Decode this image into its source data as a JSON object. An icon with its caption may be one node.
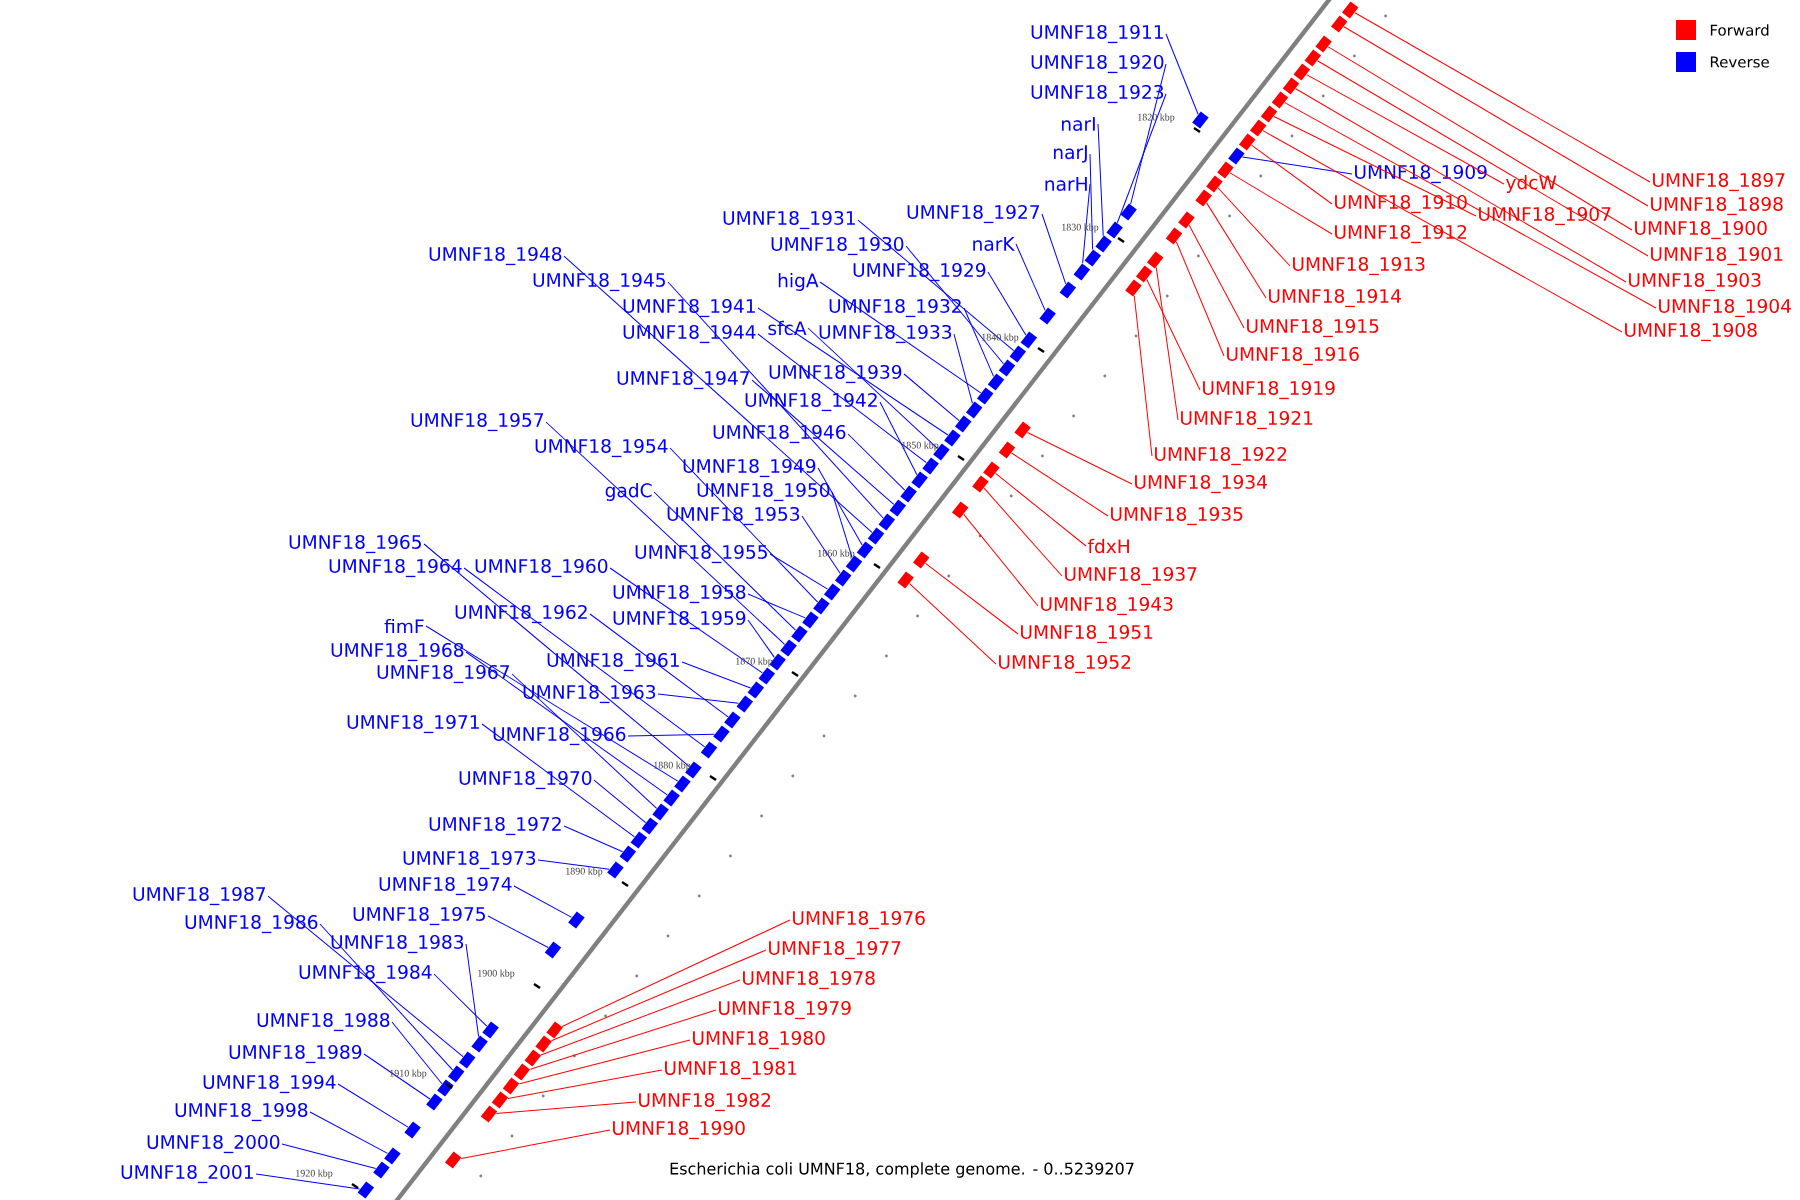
{
  "diagram": {
    "caption": "Escherichia coli UMNF18, complete genome. - 0..5239207",
    "nodes": [
      {
        "text": [
          "UMNF18_1911"
        ]
      },
      {
        "text": [
          "UMNF18_1920"
        ]
      },
      {
        "text": [
          "UMNF18_1923"
        ]
      },
      {
        "text": [
          "narI"
        ]
      },
      {
        "text": [
          "narJ"
        ]
      },
      {
        "text": [
          "narH"
        ]
      },
      {
        "text": [
          "UMNF18_1927"
        ]
      },
      {
        "text": [
          "narK"
        ]
      },
      {
        "text": [
          "UMNF18_1931"
        ]
      },
      {
        "text": [
          "UMNF18_1930"
        ]
      },
      {
        "text": [
          "UMNF18_1929"
        ]
      },
      {
        "text": [
          "higA"
        ]
      },
      {
        "text": [
          "UMNF18_1932"
        ]
      },
      {
        "text": [
          "UMNF18_1941"
        ]
      },
      {
        "text": [
          "sfcA"
        ]
      },
      {
        "text": [
          "UMNF18_1933"
        ]
      },
      {
        "text": [
          "UMNF18_1944"
        ]
      },
      {
        "text": [
          "UMNF18_1947"
        ]
      },
      {
        "text": [
          "UMNF18_1939"
        ]
      },
      {
        "text": [
          "UMNF18_1942"
        ]
      },
      {
        "text": [
          "UMNF18_1946"
        ]
      },
      {
        "text": [
          "UMNF18_1948"
        ]
      },
      {
        "text": [
          "UMNF18_1945"
        ]
      },
      {
        "text": [
          "UMNF18_1957"
        ]
      },
      {
        "text": [
          "UMNF18_1954"
        ]
      },
      {
        "text": [
          "UMNF18_1949"
        ]
      },
      {
        "text": [
          "UMNF18_1950"
        ]
      },
      {
        "text": [
          "gadC"
        ]
      },
      {
        "text": [
          "UMNF18_1953"
        ]
      },
      {
        "text": [
          "UMNF18_1965"
        ]
      },
      {
        "text": [
          "UMNF18_1964"
        ]
      },
      {
        "text": [
          "UMNF18_1960"
        ]
      },
      {
        "text": [
          "UMNF18_1955"
        ]
      },
      {
        "text": [
          "UMNF18_1958"
        ]
      },
      {
        "text": [
          "UMNF18_1962"
        ]
      },
      {
        "text": [
          "UMNF18_1959"
        ]
      },
      {
        "text": [
          "fimF"
        ]
      },
      {
        "text": [
          "UMNF18_1968"
        ]
      },
      {
        "text": [
          "UMNF18_1961"
        ]
      },
      {
        "text": [
          "UMNF18_1967"
        ]
      },
      {
        "text": [
          "UMNF18_1963"
        ]
      },
      {
        "text": [
          "UMNF18_1971"
        ]
      },
      {
        "text": [
          "UMNF18_1966"
        ]
      },
      {
        "text": [
          "UMNF18_1970"
        ]
      },
      {
        "text": [
          "UMNF18_1972"
        ]
      },
      {
        "text": [
          "UMNF18_1973"
        ]
      },
      {
        "text": [
          "UMNF18_1974"
        ]
      },
      {
        "text": [
          "UMNF18_1975"
        ]
      },
      {
        "text": [
          "UMNF18_1987"
        ]
      },
      {
        "text": [
          "UMNF18_1986"
        ]
      },
      {
        "text": [
          "UMNF18_1983"
        ]
      },
      {
        "text": [
          "UMNF18_1984"
        ]
      },
      {
        "text": [
          "UMNF18_1988"
        ]
      },
      {
        "text": [
          "UMNF18_1989"
        ]
      },
      {
        "text": [
          "UMNF18_1994"
        ]
      },
      {
        "text": [
          "UMNF18_1998"
        ]
      },
      {
        "text": [
          "UMNF18_2000"
        ]
      },
      {
        "text": [
          "UMNF18_2001"
        ]
      },
      {
        "text": [
          "UMNF18_1909"
        ]
      },
      {
        "text": [
          "ydcW"
        ]
      },
      {
        "text": [
          "UMNF18_1897"
        ]
      },
      {
        "text": [
          "UMNF18_1898"
        ]
      },
      {
        "text": [
          "UMNF18_1900"
        ]
      },
      {
        "text": [
          "UMNF18_1901"
        ]
      },
      {
        "text": [
          "UMNF18_1903"
        ]
      },
      {
        "text": [
          "UMNF18_1904"
        ]
      },
      {
        "text": [
          "UMNF18_1908"
        ]
      },
      {
        "text": [
          "UMNF18_1907"
        ]
      },
      {
        "text": [
          "UMNF18_1910"
        ]
      },
      {
        "text": [
          "UMNF18_1912"
        ]
      },
      {
        "text": [
          "UMNF18_1913"
        ]
      },
      {
        "text": [
          "UMNF18_1914"
        ]
      },
      {
        "text": [
          "UMNF18_1915"
        ]
      },
      {
        "text": [
          "UMNF18_1916"
        ]
      },
      {
        "text": [
          "UMNF18_1919"
        ]
      },
      {
        "text": [
          "UMNF18_1921"
        ]
      },
      {
        "text": [
          "UMNF18_1922"
        ]
      },
      {
        "text": [
          "UMNF18_1934"
        ]
      },
      {
        "text": [
          "UMNF18_1935"
        ]
      },
      {
        "text": [
          "fdxH"
        ]
      },
      {
        "text": [
          "UMNF18_1937"
        ]
      },
      {
        "text": [
          "UMNF18_1943"
        ]
      },
      {
        "text": [
          "UMNF18_1951"
        ]
      },
      {
        "text": [
          "UMNF18_1952"
        ]
      },
      {
        "text": [
          "UMNF18_1976"
        ]
      },
      {
        "text": [
          "UMNF18_1977"
        ]
      },
      {
        "text": [
          "UMNF18_1978"
        ]
      },
      {
        "text": [
          "UMNF18_1979"
        ]
      },
      {
        "text": [
          "UMNF18_1980"
        ]
      },
      {
        "text": [
          "UMNF18_1981"
        ]
      },
      {
        "text": [
          "UMNF18_1982"
        ]
      },
      {
        "text": [
          "UMNF18_1990"
        ]
      },
      {
        "text": [],
        "shape": "box"
      },
      {
        "text": [],
        "shape": "box"
      },
      {
        "text": [],
        "shape": "box"
      },
      {
        "text": [],
        "shape": "box"
      },
      {
        "text": [],
        "shape": "box"
      },
      {
        "text": [],
        "shape": "box"
      },
      {
        "text": [],
        "shape": "box"
      },
      {
        "text": [],
        "shape": "box"
      },
      {
        "text": [],
        "shape": "box"
      },
      {
        "text": [],
        "shape": "box"
      },
      {
        "text": [],
        "shape": "box"
      },
      {
        "text": [],
        "shape": "box"
      },
      {
        "text": [],
        "shape": "box"
      },
      {
        "text": [],
        "shape": "box"
      },
      {
        "text": [],
        "shape": "box"
      },
      {
        "text": [],
        "shape": "box"
      },
      {
        "text": [],
        "shape": "box"
      },
      {
        "text": [],
        "shape": "box"
      },
      {
        "text": [],
        "shape": "box"
      },
      {
        "text": [],
        "shape": "box"
      },
      {
        "text": [],
        "shape": "box"
      },
      {
        "text": [],
        "shape": "box"
      },
      {
        "text": [],
        "shape": "box"
      },
      {
        "text": [],
        "shape": "box"
      },
      {
        "text": [],
        "shape": "box"
      },
      {
        "text": [],
        "shape": "box"
      },
      {
        "text": [],
        "shape": "box"
      },
      {
        "text": [],
        "shape": "box"
      },
      {
        "text": [],
        "shape": "box"
      },
      {
        "text": [],
        "shape": "box"
      },
      {
        "text": [],
        "shape": "box"
      },
      {
        "text": [],
        "shape": "box"
      },
      {
        "text": [],
        "shape": "box"
      },
      {
        "text": [],
        "shape": "box"
      },
      {
        "text": [],
        "shape": "box"
      },
      {
        "text": [],
        "shape": "box"
      },
      {
        "text": [],
        "shape": "box"
      },
      {
        "text": [],
        "shape": "box"
      },
      {
        "text": [],
        "shape": "box"
      },
      {
        "text": [],
        "shape": "box"
      },
      {
        "text": [],
        "shape": "box"
      },
      {
        "text": [],
        "shape": "box"
      },
      {
        "text": [],
        "shape": "box"
      },
      {
        "text": [],
        "shape": "box"
      },
      {
        "text": [],
        "shape": "box"
      },
      {
        "text": [],
        "shape": "box"
      },
      {
        "text": [],
        "shape": "box"
      },
      {
        "text": [],
        "shape": "box"
      },
      {
        "text": [],
        "shape": "box"
      },
      {
        "text": [],
        "shape": "box"
      },
      {
        "text": [],
        "shape": "box"
      },
      {
        "text": [],
        "shape": "box"
      },
      {
        "text": [],
        "shape": "box"
      },
      {
        "text": [],
        "shape": "box"
      },
      {
        "text": [],
        "shape": "box"
      },
      {
        "text": [],
        "shape": "box"
      },
      {
        "text": [],
        "shape": "box"
      },
      {
        "text": [],
        "shape": "box"
      },
      {
        "text": [],
        "shape": "box"
      },
      {
        "text": [],
        "shape": "box"
      },
      {
        "text": [],
        "shape": "box"
      },
      {
        "text": [],
        "shape": "box"
      },
      {
        "text": [],
        "shape": "box"
      },
      {
        "text": [],
        "shape": "box"
      },
      {
        "text": [],
        "shape": "box"
      },
      {
        "text": [],
        "shape": "box"
      },
      {
        "text": [],
        "shape": "box"
      },
      {
        "text": [],
        "shape": "box"
      },
      {
        "text": [],
        "shape": "box"
      },
      {
        "text": [],
        "shape": "box"
      },
      {
        "text": [],
        "shape": "box"
      },
      {
        "text": [],
        "shape": "box"
      },
      {
        "text": [],
        "shape": "box"
      },
      {
        "text": [],
        "shape": "box"
      },
      {
        "text": [],
        "shape": "box"
      },
      {
        "text": [],
        "shape": "box"
      },
      {
        "text": [],
        "shape": "box"
      },
      {
        "text": [],
        "shape": "box"
      },
      {
        "text": [],
        "shape": "box"
      },
      {
        "text": [],
        "shape": "box"
      },
      {
        "text": [],
        "shape": "box"
      },
      {
        "text": [],
        "shape": "box"
      },
      {
        "text": [],
        "shape": "box"
      },
      {
        "text": [],
        "shape": "box"
      },
      {
        "text": [],
        "shape": "box"
      },
      {
        "text": [],
        "shape": "box"
      },
      {
        "text": [],
        "shape": "box"
      },
      {
        "text": [],
        "shape": "box"
      },
      {
        "text": [],
        "shape": "box"
      },
      {
        "text": [],
        "shape": "box"
      },
      {
        "text": [],
        "shape": "box"
      },
      {
        "text": [],
        "shape": "box"
      }
    ],
    "edges": [
      {
        "from": 0,
        "to": 92,
        "arrow": "none",
        "color": "#0000ff"
      },
      {
        "from": 1,
        "to": 93,
        "arrow": "none",
        "color": "#0000ff"
      },
      {
        "from": 2,
        "to": 94,
        "arrow": "none",
        "color": "#0000ff"
      },
      {
        "from": 3,
        "to": 95,
        "arrow": "none",
        "color": "#0000ff"
      },
      {
        "from": 4,
        "to": 96,
        "arrow": "none",
        "color": "#0000ff"
      },
      {
        "from": 5,
        "to": 97,
        "arrow": "none",
        "color": "#0000ff"
      },
      {
        "from": 6,
        "to": 98,
        "arrow": "none",
        "color": "#0000ff"
      },
      {
        "from": 7,
        "to": 99,
        "arrow": "none",
        "color": "#0000ff"
      },
      {
        "from": 8,
        "to": 100,
        "arrow": "none",
        "color": "#0000ff"
      },
      {
        "from": 9,
        "to": 101,
        "arrow": "none",
        "color": "#0000ff"
      },
      {
        "from": 10,
        "to": 102,
        "arrow": "none",
        "color": "#0000ff"
      },
      {
        "from": 11,
        "to": 103,
        "arrow": "none",
        "color": "#0000ff"
      },
      {
        "from": 12,
        "to": 104,
        "arrow": "none",
        "color": "#0000ff"
      },
      {
        "from": 13,
        "to": 105,
        "arrow": "none",
        "color": "#0000ff"
      },
      {
        "from": 14,
        "to": 106,
        "arrow": "none",
        "color": "#0000ff"
      },
      {
        "from": 15,
        "to": 107,
        "arrow": "none",
        "color": "#0000ff"
      },
      {
        "from": 16,
        "to": 108,
        "arrow": "none",
        "color": "#0000ff"
      },
      {
        "from": 17,
        "to": 109,
        "arrow": "none",
        "color": "#0000ff"
      },
      {
        "from": 18,
        "to": 110,
        "arrow": "none",
        "color": "#0000ff"
      },
      {
        "from": 19,
        "to": 111,
        "arrow": "none",
        "color": "#0000ff"
      },
      {
        "from": 20,
        "to": 112,
        "arrow": "none",
        "color": "#0000ff"
      },
      {
        "from": 21,
        "to": 113,
        "arrow": "none",
        "color": "#0000ff"
      },
      {
        "from": 22,
        "to": 114,
        "arrow": "none",
        "color": "#0000ff"
      },
      {
        "from": 23,
        "to": 115,
        "arrow": "none",
        "color": "#0000ff"
      },
      {
        "from": 24,
        "to": 116,
        "arrow": "none",
        "color": "#0000ff"
      },
      {
        "from": 25,
        "to": 117,
        "arrow": "none",
        "color": "#0000ff"
      },
      {
        "from": 26,
        "to": 118,
        "arrow": "none",
        "color": "#0000ff"
      },
      {
        "from": 27,
        "to": 119,
        "arrow": "none",
        "color": "#0000ff"
      },
      {
        "from": 28,
        "to": 120,
        "arrow": "none",
        "color": "#0000ff"
      },
      {
        "from": 29,
        "to": 121,
        "arrow": "none",
        "color": "#0000ff"
      },
      {
        "from": 30,
        "to": 122,
        "arrow": "none",
        "color": "#0000ff"
      },
      {
        "from": 31,
        "to": 123,
        "arrow": "none",
        "color": "#0000ff"
      },
      {
        "from": 32,
        "to": 124,
        "arrow": "none",
        "color": "#0000ff"
      },
      {
        "from": 33,
        "to": 125,
        "arrow": "none",
        "color": "#0000ff"
      },
      {
        "from": 34,
        "to": 126,
        "arrow": "none",
        "color": "#0000ff"
      },
      {
        "from": 35,
        "to": 127,
        "arrow": "none",
        "color": "#0000ff"
      },
      {
        "from": 36,
        "to": 128,
        "arrow": "none",
        "color": "#0000ff"
      },
      {
        "from": 37,
        "to": 129,
        "arrow": "none",
        "color": "#0000ff"
      },
      {
        "from": 38,
        "to": 130,
        "arrow": "none",
        "color": "#0000ff"
      },
      {
        "from": 39,
        "to": 131,
        "arrow": "none",
        "color": "#0000ff"
      },
      {
        "from": 40,
        "to": 132,
        "arrow": "none",
        "color": "#0000ff"
      },
      {
        "from": 41,
        "to": 133,
        "arrow": "none",
        "color": "#0000ff"
      },
      {
        "from": 42,
        "to": 134,
        "arrow": "none",
        "color": "#0000ff"
      },
      {
        "from": 43,
        "to": 135,
        "arrow": "none",
        "color": "#0000ff"
      },
      {
        "from": 44,
        "to": 136,
        "arrow": "none",
        "color": "#0000ff"
      },
      {
        "from": 45,
        "to": 137,
        "arrow": "none",
        "color": "#0000ff"
      },
      {
        "from": 46,
        "to": 138,
        "arrow": "none",
        "color": "#0000ff"
      },
      {
        "from": 47,
        "to": 139,
        "arrow": "none",
        "color": "#0000ff"
      },
      {
        "from": 48,
        "to": 140,
        "arrow": "none",
        "color": "#0000ff"
      },
      {
        "from": 49,
        "to": 141,
        "arrow": "none",
        "color": "#0000ff"
      },
      {
        "from": 50,
        "to": 142,
        "arrow": "none",
        "color": "#0000ff"
      },
      {
        "from": 51,
        "to": 143,
        "arrow": "none",
        "color": "#0000ff"
      },
      {
        "from": 52,
        "to": 144,
        "arrow": "none",
        "color": "#0000ff"
      },
      {
        "from": 53,
        "to": 145,
        "arrow": "none",
        "color": "#0000ff"
      },
      {
        "from": 54,
        "to": 146,
        "arrow": "none",
        "color": "#0000ff"
      },
      {
        "from": 55,
        "to": 147,
        "arrow": "none",
        "color": "#0000ff"
      },
      {
        "from": 56,
        "to": 148,
        "arrow": "none",
        "color": "#0000ff"
      },
      {
        "from": 57,
        "to": 149,
        "arrow": "none",
        "color": "#0000ff"
      },
      {
        "from": 58,
        "to": 150,
        "arrow": "none",
        "color": "#0000ff"
      },
      {
        "from": 59,
        "to": 151,
        "arrow": "none",
        "color": "#ff0000"
      },
      {
        "from": 60,
        "to": 152,
        "arrow": "none",
        "color": "#ff0000"
      },
      {
        "from": 61,
        "to": 153,
        "arrow": "none",
        "color": "#ff0000"
      },
      {
        "from": 62,
        "to": 154,
        "arrow": "none",
        "color": "#ff0000"
      },
      {
        "from": 63,
        "to": 155,
        "arrow": "none",
        "color": "#ff0000"
      },
      {
        "from": 64,
        "to": 156,
        "arrow": "none",
        "color": "#ff0000"
      },
      {
        "from": 65,
        "to": 157,
        "arrow": "none",
        "color": "#ff0000"
      },
      {
        "from": 66,
        "to": 158,
        "arrow": "none",
        "color": "#ff0000"
      },
      {
        "from": 67,
        "to": 159,
        "arrow": "none",
        "color": "#ff0000"
      },
      {
        "from": 68,
        "to": 160,
        "arrow": "none",
        "color": "#ff0000"
      },
      {
        "from": 69,
        "to": 161,
        "arrow": "none",
        "color": "#ff0000"
      },
      {
        "from": 70,
        "to": 162,
        "arrow": "none",
        "color": "#ff0000"
      },
      {
        "from": 71,
        "to": 163,
        "arrow": "none",
        "color": "#ff0000"
      },
      {
        "from": 72,
        "to": 164,
        "arrow": "none",
        "color": "#ff0000"
      },
      {
        "from": 73,
        "to": 165,
        "arrow": "none",
        "color": "#ff0000"
      },
      {
        "from": 74,
        "to": 166,
        "arrow": "none",
        "color": "#ff0000"
      },
      {
        "from": 75,
        "to": 167,
        "arrow": "none",
        "color": "#ff0000"
      },
      {
        "from": 76,
        "to": 168,
        "arrow": "none",
        "color": "#ff0000"
      },
      {
        "from": 77,
        "to": 169,
        "arrow": "none",
        "color": "#ff0000"
      },
      {
        "from": 78,
        "to": 170,
        "arrow": "none",
        "color": "#ff0000"
      },
      {
        "from": 79,
        "to": 171,
        "arrow": "none",
        "color": "#ff0000"
      },
      {
        "from": 80,
        "to": 172,
        "arrow": "none",
        "color": "#ff0000"
      },
      {
        "from": 81,
        "to": 173,
        "arrow": "none",
        "color": "#ff0000"
      },
      {
        "from": 82,
        "to": 174,
        "arrow": "none",
        "color": "#ff0000"
      },
      {
        "from": 83,
        "to": 175,
        "arrow": "none",
        "color": "#ff0000"
      },
      {
        "from": 84,
        "to": 176,
        "arrow": "none",
        "color": "#ff0000"
      },
      {
        "from": 85,
        "to": 177,
        "arrow": "none",
        "color": "#ff0000"
      },
      {
        "from": 86,
        "to": 178,
        "arrow": "none",
        "color": "#ff0000"
      },
      {
        "from": 87,
        "to": 179,
        "arrow": "none",
        "color": "#ff0000"
      },
      {
        "from": 88,
        "to": 180,
        "arrow": "none",
        "color": "#ff0000"
      },
      {
        "from": 89,
        "to": 181,
        "arrow": "none",
        "color": "#ff0000"
      },
      {
        "from": 90,
        "to": 182,
        "arrow": "none",
        "color": "#ff0000"
      },
      {
        "from": 91,
        "to": 183,
        "arrow": "none",
        "color": "#ff0000"
      }
    ],
    "labels": [
      "1820 kbp",
      "1830 kbp",
      "1840 kbp",
      "1850 kbp",
      "1860 kbp",
      "1870 kbp",
      "1880 kbp",
      "1890 kbp",
      "1900 kbp",
      "1910 kbp",
      "1920 kbp"
    ],
    "legend": [
      {
        "text": "Forward",
        "color": "#ff0000"
      },
      {
        "text": "Reverse",
        "color": "#0000ff"
      }
    ]
  }
}
